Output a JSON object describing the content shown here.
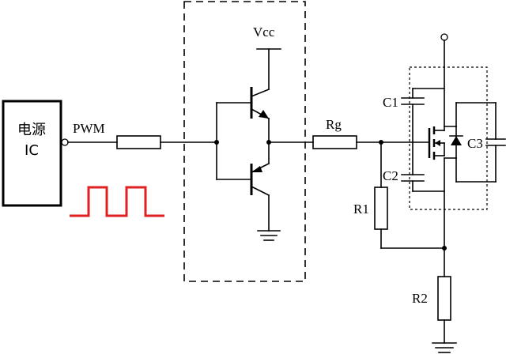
{
  "labels": {
    "ic_line1": "电源",
    "ic_line2": "IC",
    "pwm": "PWM",
    "vcc": "Vcc",
    "rg": "Rg",
    "r1": "R1",
    "r2": "R2",
    "c1": "C1",
    "c2": "C2",
    "c3": "C3"
  },
  "colors": {
    "wire": "#000000",
    "pwm_waveform": "#e02020",
    "background": "#ffffff"
  }
}
